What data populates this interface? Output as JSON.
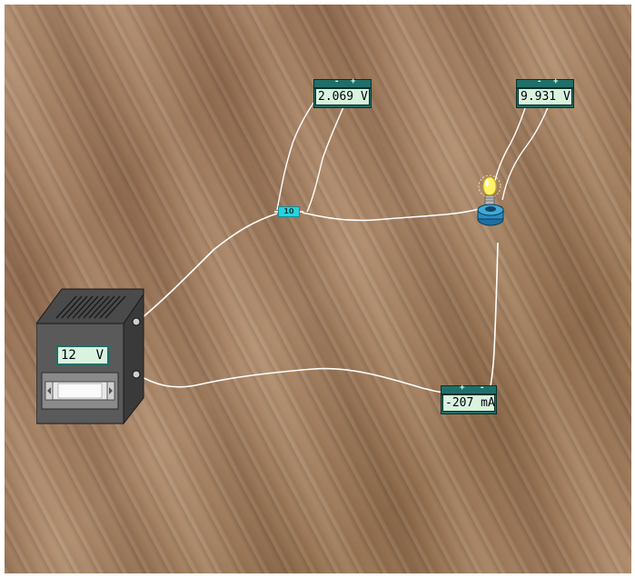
{
  "power_supply": {
    "voltage_display": "12",
    "voltage_unit": "V"
  },
  "resistor": {
    "label": "10"
  },
  "voltmeter_resistor": {
    "terminals": [
      "-",
      "+"
    ],
    "reading": "2.069 V"
  },
  "voltmeter_bulb": {
    "terminals": [
      "-",
      "+"
    ],
    "reading": "9.931 V"
  },
  "ammeter": {
    "terminals": [
      "+",
      "-"
    ],
    "reading": "-207 mA"
  },
  "colors": {
    "meter_teal": "#1f6f68",
    "lcd_green": "#d9f3de",
    "resistor_cyan": "#29d3dc",
    "wood": "#a07a5c",
    "wire": "#ffffff"
  }
}
